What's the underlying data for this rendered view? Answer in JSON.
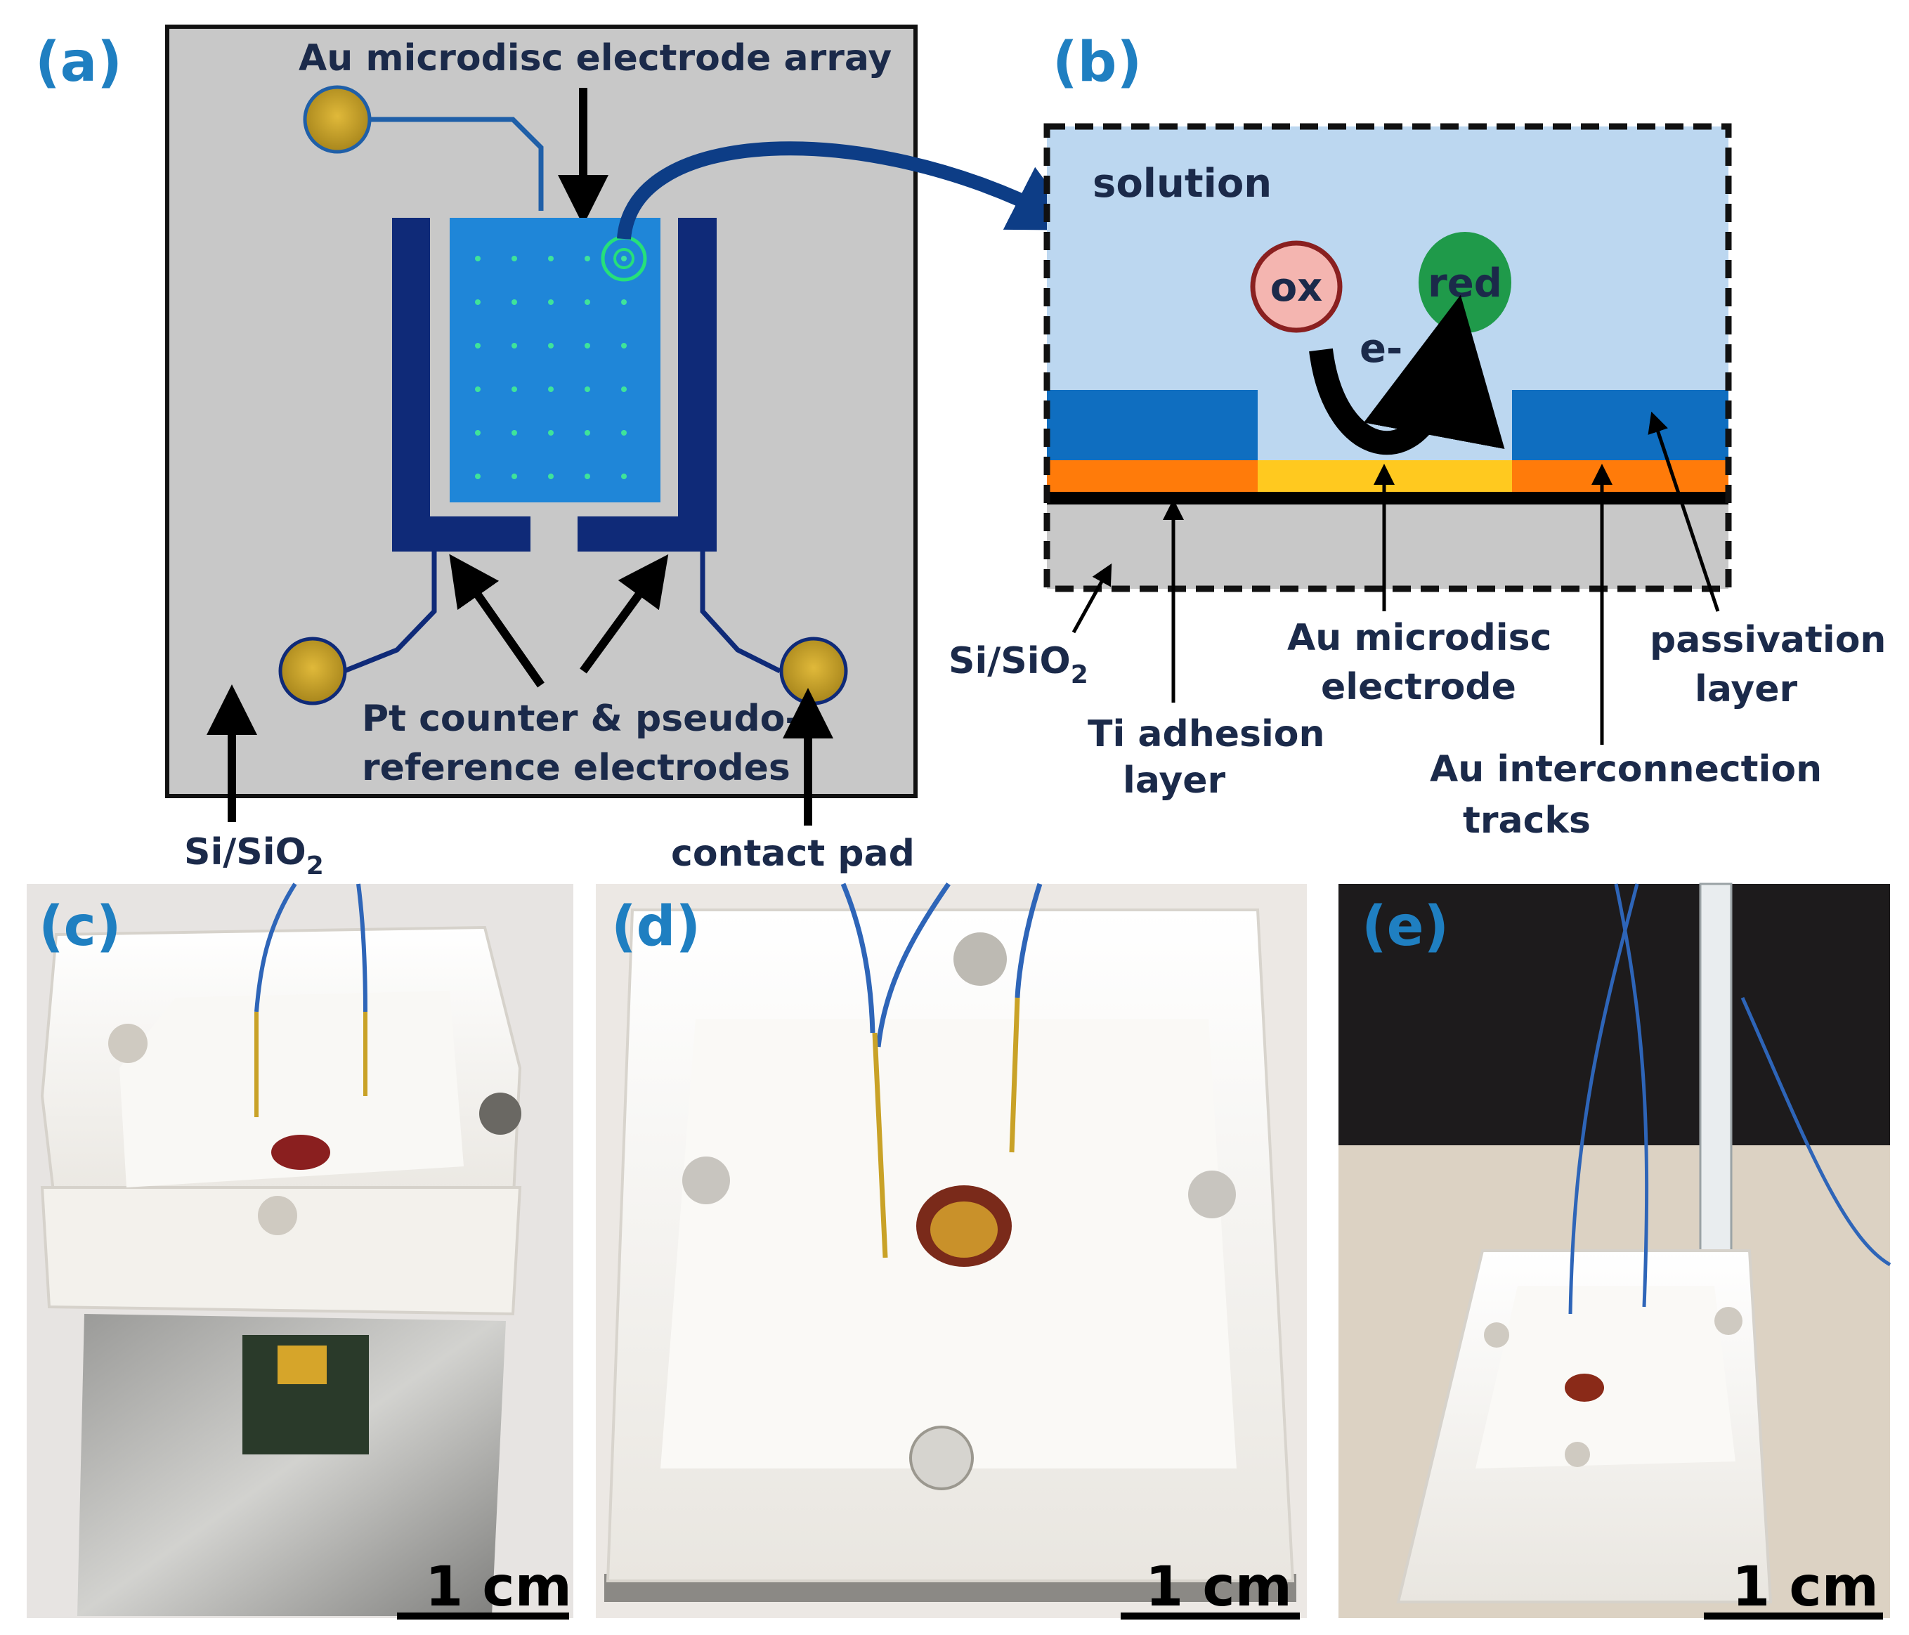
{
  "panels": {
    "a": {
      "label": "(a)",
      "array_label": "Au microdisc electrode array",
      "pt_label_line1": "Pt counter & pseudo-",
      "pt_label_line2": "reference electrodes",
      "substrate_label": "Si/SiO",
      "substrate_sub": "2",
      "contact_label": "contact pad"
    },
    "b": {
      "label": "(b)",
      "solution": "solution",
      "ox": "ox",
      "red": "red",
      "electron": "e-",
      "substrate_label": "Si/SiO",
      "substrate_sub": "2",
      "ti_line1": "Ti adhesion",
      "ti_line2": "layer",
      "au_disc_line1": "Au microdisc",
      "au_disc_line2": "electrode",
      "passivation_line1": "passivation",
      "passivation_line2": "layer",
      "tracks_line1": "Au interconnection",
      "tracks_line2": "tracks"
    },
    "c": {
      "label": "(c)",
      "scale": "1 cm"
    },
    "d": {
      "label": "(d)",
      "scale": "1 cm"
    },
    "e": {
      "label": "(e)",
      "scale": "1 cm"
    }
  },
  "colors": {
    "panel_label": "#1f7fc1",
    "chip_grey": "#c8c8c8",
    "electrode_dark_blue": "#0f2a78",
    "array_blue": "#1f86d8",
    "pad_gold": "#c9a227",
    "solution_blue": "#bcd7f0",
    "passivation_blue": "#0f6ec0",
    "ti_orange": "#ff7b0a",
    "au_yellow": "#ffc91f",
    "ox_pink": "#f4b5b0",
    "red_green": "#1f9a4a"
  }
}
